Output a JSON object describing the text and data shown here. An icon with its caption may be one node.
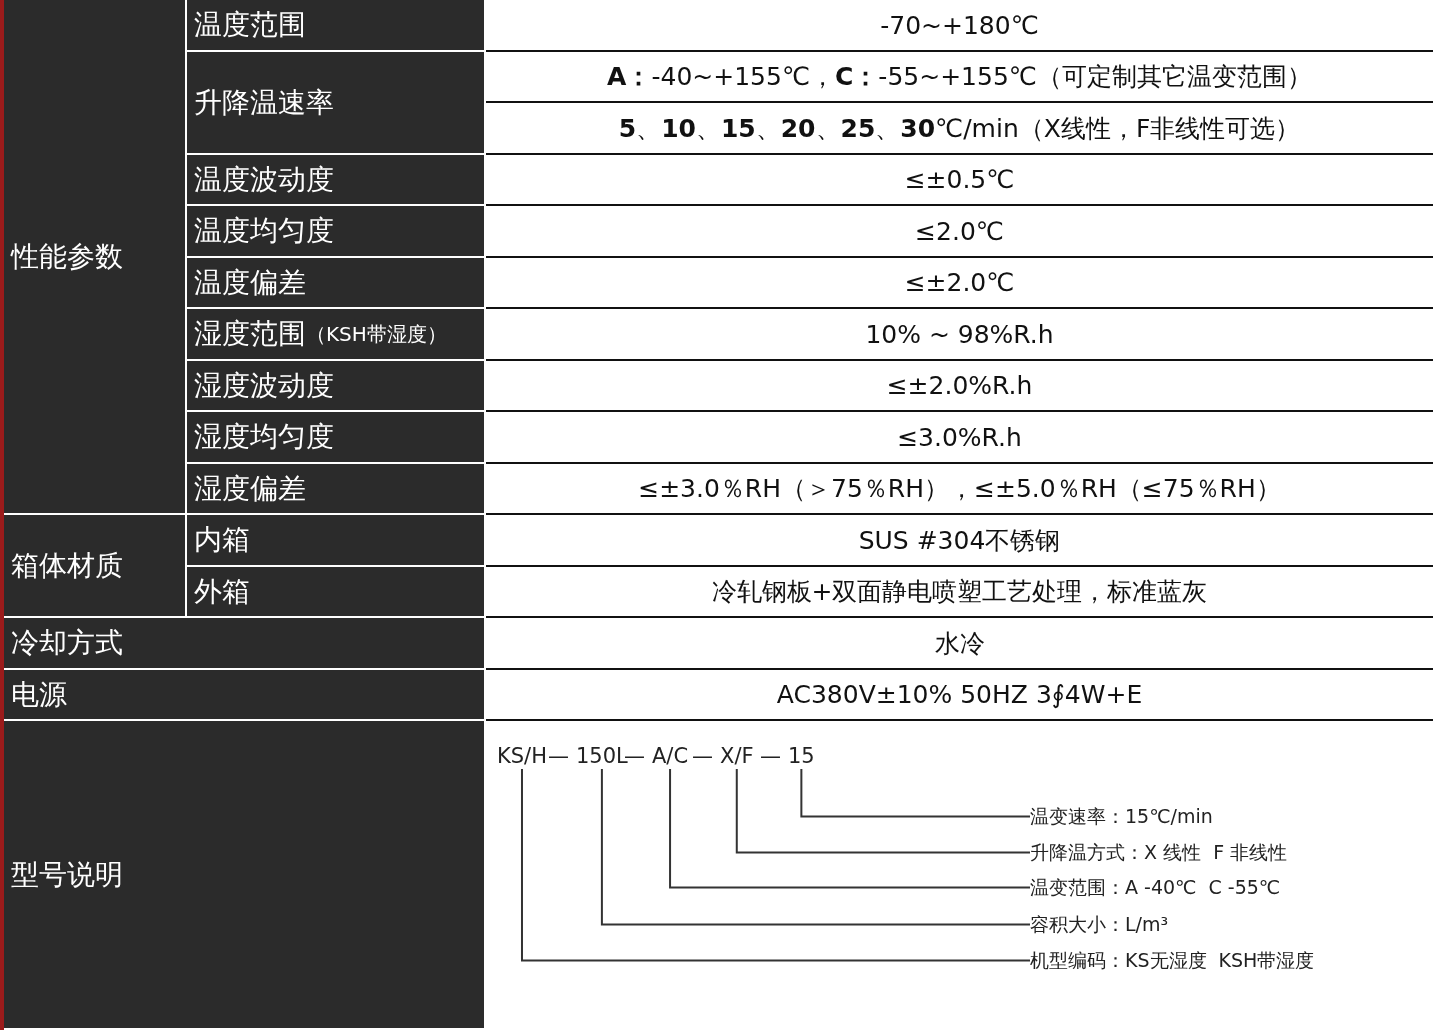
{
  "diagram": {
    "nodes": [
      {
        "text": [
          "KS/H"
        ]
      },
      {
        "text": [
          "150L"
        ]
      },
      {
        "text": [
          "A/C"
        ]
      },
      {
        "text": [
          "X/F"
        ]
      },
      {
        "text": [
          "15"
        ]
      },
      {
        "text": [
          "温变速率：15℃/min"
        ]
      },
      {
        "text": [
          "升降温方式：X 线性  F 非线性"
        ]
      },
      {
        "text": [
          "温变范围：A -40℃  C -55℃"
        ]
      },
      {
        "text": [
          "容积大小：L/m³"
        ]
      },
      {
        "text": [
          "机型编码：KS无湿度  KSH带湿度"
        ]
      }
    ],
    "edges": [
      {
        "from": 4,
        "to": 5,
        "arrow": "none"
      },
      {
        "from": 3,
        "to": 6,
        "arrow": "none"
      },
      {
        "from": 2,
        "to": 7,
        "arrow": "none"
      },
      {
        "from": 1,
        "to": 8,
        "arrow": "none"
      },
      {
        "from": 0,
        "to": 9,
        "arrow": "none"
      }
    ],
    "labels": [
      "性能参数",
      "温度范围",
      "-70~+180℃",
      "升降温速率",
      "**A：**-40~+155℃，**C：**-55~+155℃（可定制其它温变范围）",
      "**5**、**10**、**15**、**20**、**25**、**30**℃/min（X线性，F非线性可选）",
      "温度波动度",
      "≤±0.5℃",
      "温度均匀度",
      "≤2.0℃",
      "温度偏差",
      "≤±2.0℃",
      "湿度范围",
      "（KSH带湿度）",
      "10% ~ 98%R.h",
      "湿度波动度",
      "≤±2.0%R.h",
      "湿度均匀度",
      "≤3.0%R.h",
      "湿度偏差",
      "≤±3.0％RH（＞75％RH），≤±5.0％RH（≤75％RH）",
      "箱体材质",
      "内箱",
      "SUS #304不锈钢",
      "外箱",
      "冷轧钢板+双面静电喷塑工艺处理，标准蓝灰",
      "冷却方式",
      "水冷",
      "电源",
      "AC380V±10% 50HZ 3∮4W+E",
      "型号说明",
      "—",
      "—",
      "—",
      "—"
    ]
  }
}
